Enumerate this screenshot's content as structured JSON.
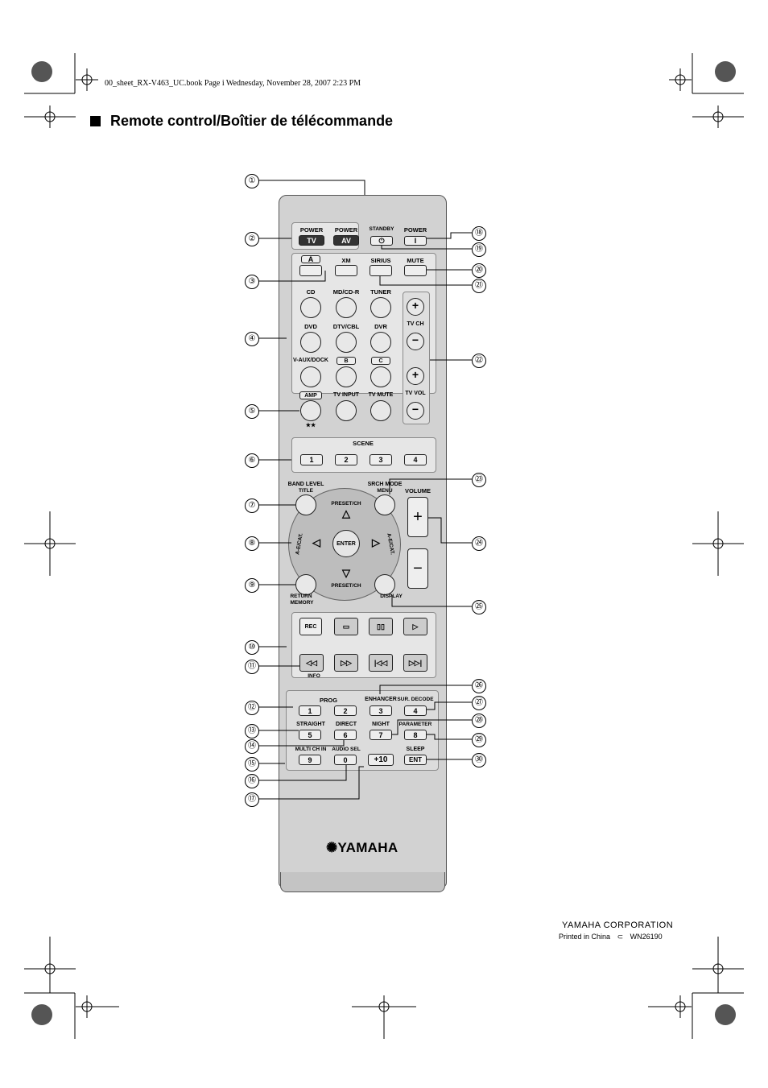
{
  "header": {
    "print_line": "00_sheet_RX-V463_UC.book  Page i  Wednesday, November 28, 2007  2:23 PM",
    "title": "Remote control/Boîtier de télécommande"
  },
  "remote": {
    "power_tv_top": "POWER",
    "power_tv": "TV",
    "power_av_top": "POWER",
    "power_av": "AV",
    "standby_top": "STANDBY",
    "standby_icon": "⏻",
    "power_top": "POWER",
    "power": "I",
    "a": "A",
    "xm": "XM",
    "sirius": "SIRIUS",
    "mute": "MUTE",
    "cd": "CD",
    "mdcdr": "MD/CD-R",
    "tuner": "TUNER",
    "dvd": "DVD",
    "dtvcbl": "DTV/CBL",
    "dvr": "DVR",
    "vaux": "V-AUX/DOCK",
    "b": "B",
    "c": "C",
    "amp": "AMP",
    "stars": "★★",
    "tv_input": "TV INPUT",
    "tv_mute": "TV MUTE",
    "tv_ch": "TV CH",
    "tv_vol": "TV VOL",
    "plus": "+",
    "minus": "−",
    "scene": "SCENE",
    "scene_btns": [
      "1",
      "2",
      "3",
      "4"
    ],
    "band_level": "BAND LEVEL",
    "title_label": "TITLE",
    "srch_mode": "SRCH MODE",
    "menu": "MENU",
    "volume": "VOLUME",
    "preset_ch": "PRESET/CH",
    "ae_cat": "A-E/CAT.",
    "enter": "ENTER",
    "return": "RETURN",
    "memory": "MEMORY",
    "display": "DISPLAY",
    "rec": "REC",
    "info": "INFO",
    "prog": "PROG",
    "enhancer": "ENHANCER",
    "sur_decode": "SUR. DECODE",
    "straight": "STRAIGHT",
    "direct": "DIRECT",
    "night": "NIGHT",
    "parameter": "PARAMETER",
    "multi_ch": "MULTI CH IN",
    "audio_sel": "AUDIO SEL",
    "sleep": "SLEEP",
    "plus10": "+10",
    "ent": "ENT",
    "num": [
      "1",
      "2",
      "3",
      "4",
      "5",
      "6",
      "7",
      "8",
      "9",
      "0"
    ],
    "brand": "✺YAMAHA"
  },
  "callouts": [
    "①",
    "②",
    "③",
    "④",
    "⑤",
    "⑥",
    "⑦",
    "⑧",
    "⑨",
    "⑩",
    "⑪",
    "⑫",
    "⑬",
    "⑭",
    "⑮",
    "⑯",
    "⑰",
    "⑱",
    "⑲",
    "⑳",
    "㉑",
    "㉒",
    "㉓",
    "㉔",
    "㉕",
    "㉖",
    "㉗",
    "㉘",
    "㉙",
    "㉚"
  ],
  "footer": {
    "corporation": "YAMAHA CORPORATION",
    "printed": "Printed in China",
    "code": "WN26190"
  }
}
